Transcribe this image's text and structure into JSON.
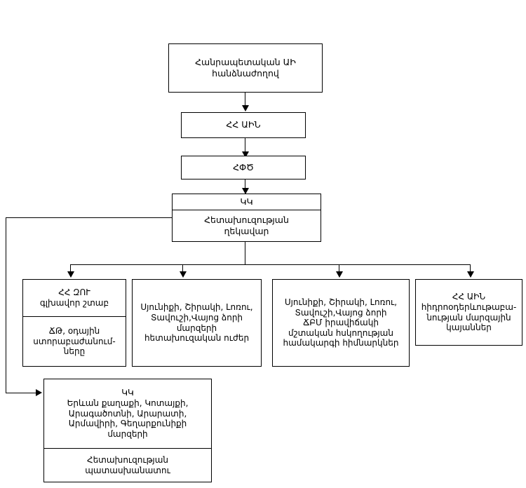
{
  "diagram": {
    "title_top": "Հանրապետական ԱԻ\nհանձնաժողով",
    "nodes": {
      "commission": {
        "text": "Հանրապետական ԱԻ\nհանձնաժողով"
      },
      "ministry": {
        "text": "ՀՀ ԱԻՆ"
      },
      "rescue_service": {
        "text": "ՀՓԾ"
      },
      "cc_head": {
        "header": "ԿԿ",
        "body": "Հետախուզության\nղեկավար"
      },
      "general_staff": {
        "header": "ՀՀ ԶՈՒ\nգլխավոր շտաբ",
        "body": "ՃԹ, օդային\nստորաբաժանում-\nները"
      },
      "regional_forces": {
        "body": "Սյունիքի, Շիրակի, Լոռու,\nՏավուշի,Վայոց ձորի\nմարզերի\nհետախուզական ուժեր"
      },
      "monitoring_institutions": {
        "body": "Սյունիքի, Շիրակի, Լոռու,\nՏավուշի,Վայոց ձորի\nՃԲՄ իրավիճակի\nմշտական հսկողության\nհամակարգի հիմնարկներ"
      },
      "hydromet_stations": {
        "body": "ՀՀ ԱԻՆ\nհիդրոօդերևութաբա-\nնության մարզային\nկայաններ"
      },
      "cc_regions": {
        "header": "ԿԿ\nԵրևան քաղաքի, Կոտայքի,\nԱրագածոտնի, Արարատի,\nԱրմավիրի, Գեղարքունիքի\nմարզերի",
        "body": "Հետախուզության\nպատասխանատու"
      }
    },
    "colors": {
      "line": "#000000",
      "box_fill": "#ffffff",
      "text": "#000000"
    }
  }
}
